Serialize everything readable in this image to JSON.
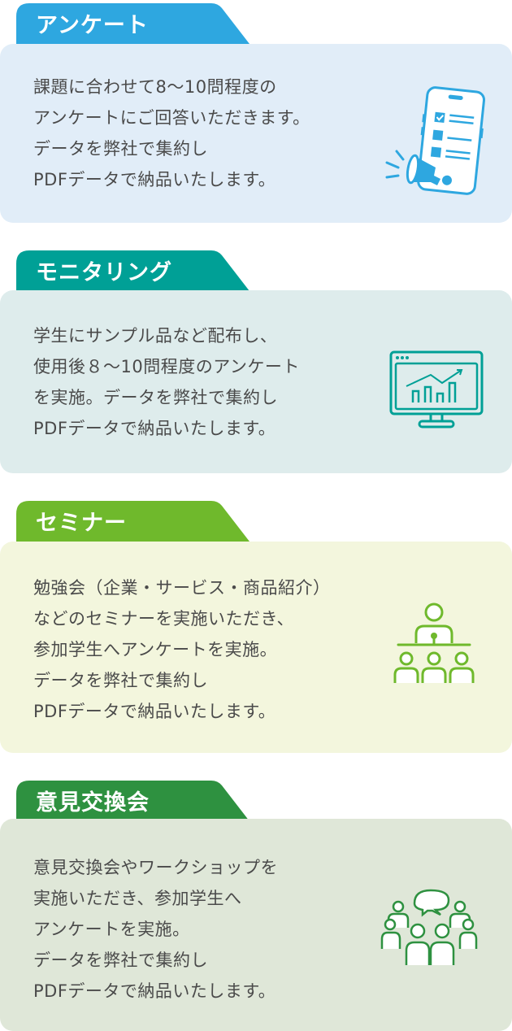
{
  "colors": {
    "text": "#4a4a4a",
    "survey_accent": "#2ea7e0",
    "survey_bg": "#e1edf8",
    "monitoring_accent": "#00a096",
    "monitoring_bg": "#deecec",
    "seminar_accent": "#6fb92c",
    "seminar_bg": "#f3f6dd",
    "opinion_accent": "#2e9140",
    "opinion_bg": "#dfe7d8"
  },
  "sections": [
    {
      "id": "survey",
      "title": "アンケート",
      "icon": "smartphone-survey-megaphone-icon",
      "lines": [
        "課題に合わせて8〜10問程度の",
        "アンケートにご回答いただきます。",
        "データを弊社で集約し",
        "PDFデータで納品いたします。"
      ]
    },
    {
      "id": "monitoring",
      "title": "モニタリング",
      "icon": "monitor-chart-icon",
      "lines": [
        "学生にサンプル品など配布し、",
        "使用後８〜10問程度のアンケート",
        "を実施。データを弊社で集約し",
        "PDFデータで納品いたします。"
      ]
    },
    {
      "id": "seminar",
      "title": "セミナー",
      "icon": "presenter-audience-icon",
      "lines": [
        "勉強会（企業・サービス・商品紹介）",
        "などのセミナーを実施いただき、",
        "参加学生へアンケートを実施。",
        "データを弊社で集約し",
        "PDFデータで納品いたします。"
      ]
    },
    {
      "id": "opinion-exchange",
      "title": "意見交換会",
      "icon": "group-discussion-icon",
      "lines": [
        "意見交換会やワークショップを",
        "実施いただき、参加学生へ",
        "アンケートを実施。",
        "データを弊社で集約し",
        "PDFデータで納品いたします。"
      ]
    }
  ]
}
